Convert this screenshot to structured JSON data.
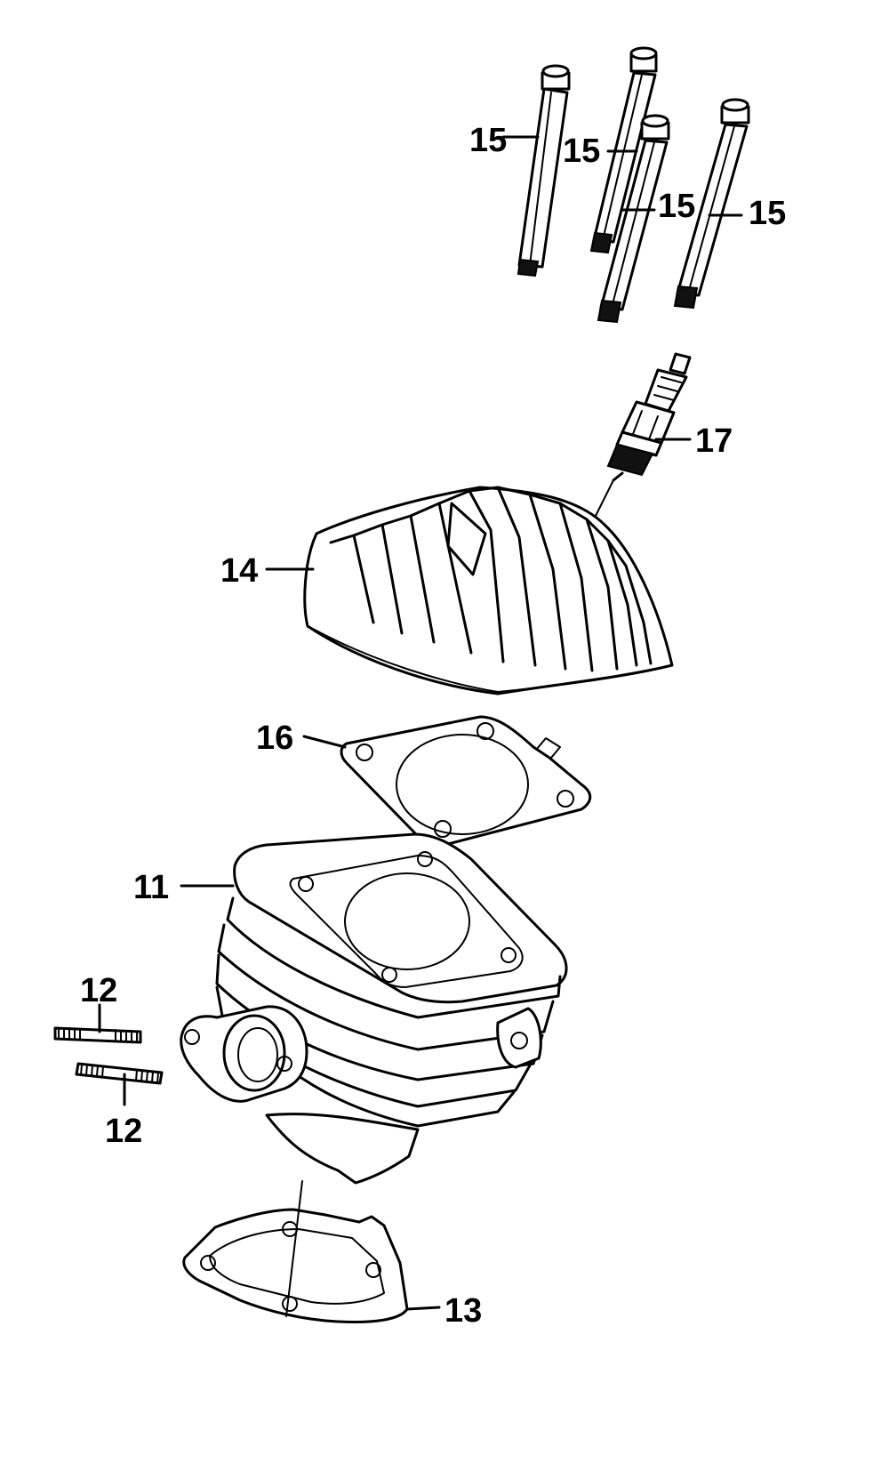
{
  "labels": {
    "bolt_a": "15",
    "bolt_b": "15",
    "bolt_c": "15",
    "bolt_d": "15",
    "spark_plug": "17",
    "cylinder_head": "14",
    "head_gasket": "16",
    "cylinder": "11",
    "stud_upper": "12",
    "stud_lower": "12",
    "base_gasket": "13"
  },
  "colors": {
    "line": "#000000",
    "background": "#ffffff"
  }
}
